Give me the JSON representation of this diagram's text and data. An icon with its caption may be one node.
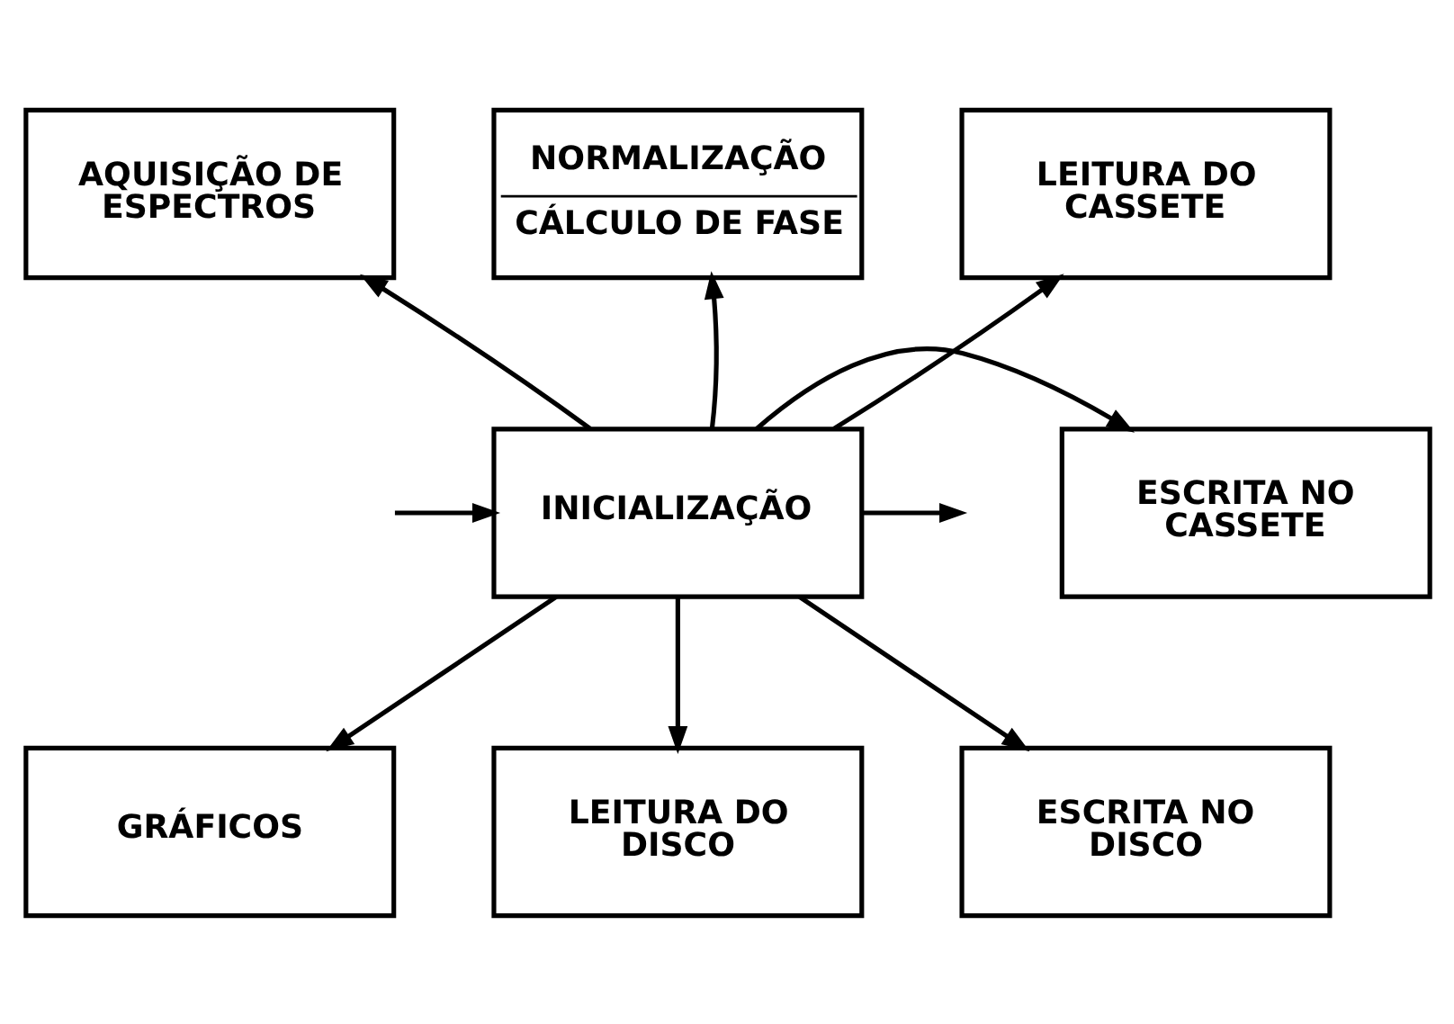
{
  "diagram": {
    "nodes": [
      {
        "text": [
          "AQUISIÇÃO DE ESPECTROS"
        ]
      },
      {
        "text": [
          "NORMALIZAÇÃO",
          "CÁLCULO DE FASE"
        ]
      },
      {
        "text": [
          "LEITURA DO CASSETE"
        ]
      },
      {
        "text": [
          "INICIALIZAÇÃO"
        ]
      },
      {
        "text": [
          "ESCRITA NO CASSETE"
        ]
      },
      {
        "text": [
          "GRÁFICOS"
        ]
      },
      {
        "text": [
          "LEITURA DO DISCO"
        ]
      },
      {
        "text": [
          "ESCRITA NO DISCO"
        ]
      }
    ],
    "edges": [
      {
        "from": 3,
        "to": 0,
        "arrow": "to"
      },
      {
        "from": 3,
        "to": 1,
        "arrow": "to"
      },
      {
        "from": 3,
        "to": 2,
        "arrow": "to"
      },
      {
        "from": null,
        "to": 3,
        "arrow": "to"
      },
      {
        "from": 3,
        "to": null,
        "arrow": "to"
      },
      {
        "from": 3,
        "to": 4,
        "arrow": "to"
      },
      {
        "from": 3,
        "to": 5,
        "arrow": "to"
      },
      {
        "from": 3,
        "to": 6,
        "arrow": "to"
      },
      {
        "from": 3,
        "to": 7,
        "arrow": "to"
      }
    ]
  }
}
